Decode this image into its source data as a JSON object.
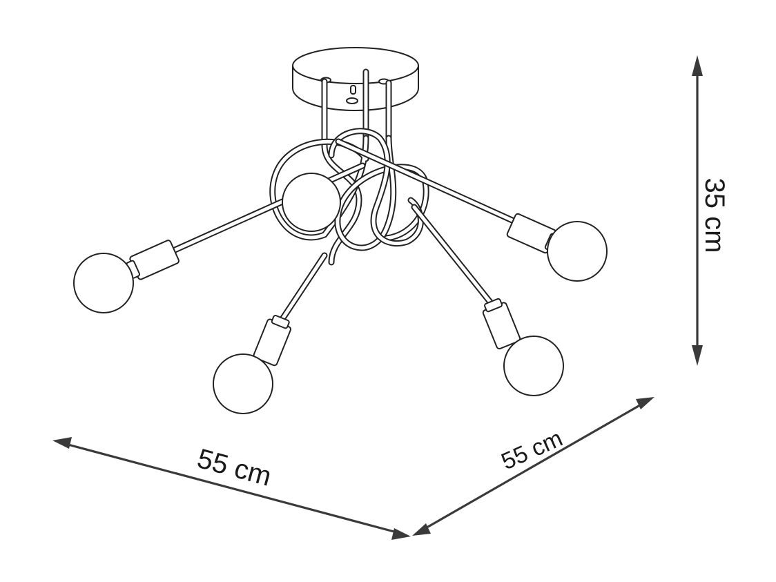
{
  "dimensions": {
    "height_label": "35 cm",
    "width_label": "55 cm",
    "depth_label": "55 cm"
  },
  "colors": {
    "line": "#222222",
    "dimension": "#3a3a3a",
    "background": "#ffffff"
  }
}
